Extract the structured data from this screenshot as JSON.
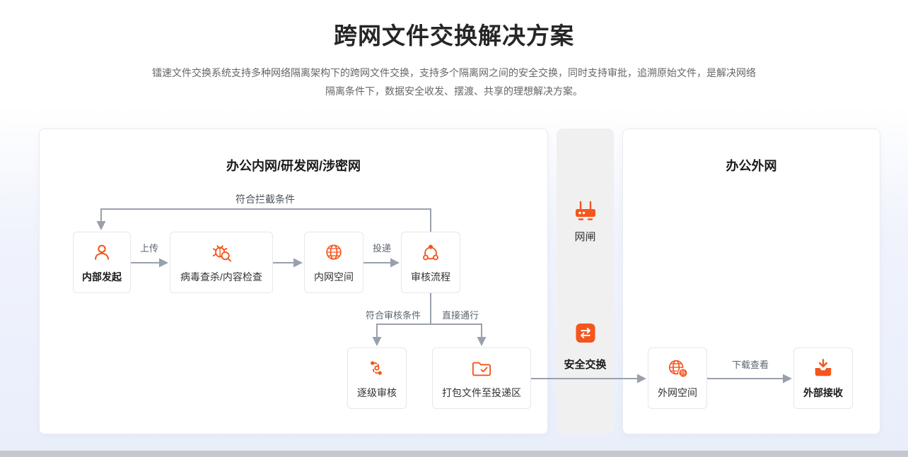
{
  "header": {
    "title": "跨网文件交换解决方案",
    "subtitle_line1": "镭速文件交换系统支持多种网络隔离架构下的跨网文件交换，支持多个隔离网之间的安全交换，同时支持审批，追溯原始文件，是解决网络",
    "subtitle_line2": "隔离条件下，数据安全收发、摆渡、共享的理想解决方案。"
  },
  "panels": {
    "intranet": {
      "title": "办公内网/研发网/涉密网"
    },
    "extranet": {
      "title": "办公外网"
    }
  },
  "bridge": {
    "gateway_label": "网闸",
    "exchange_label": "安全交换"
  },
  "nodes": {
    "internal_start": "内部发起",
    "virus_scan": "病毒查杀/内容检查",
    "intranet_space": "内网空间",
    "review_flow": "审核流程",
    "step_review": "逐级审核",
    "package_delivery": "打包文件至投递区",
    "extranet_space": "外网空间",
    "external_receive": "外部接收"
  },
  "edges": {
    "upload": "上传",
    "deliver": "投递",
    "intercept_condition": "符合拦截条件",
    "review_condition": "符合审核条件",
    "direct_pass": "直接通行",
    "download_view": "下载查看"
  },
  "icons": {
    "extranet_badge": "外"
  },
  "colors": {
    "accent": "#F4561E",
    "connector": "#99A0AD",
    "panel_border": "#ebebeb",
    "bridge_bg": "#f0f0f1",
    "background_tint": "#e9eefb"
  }
}
